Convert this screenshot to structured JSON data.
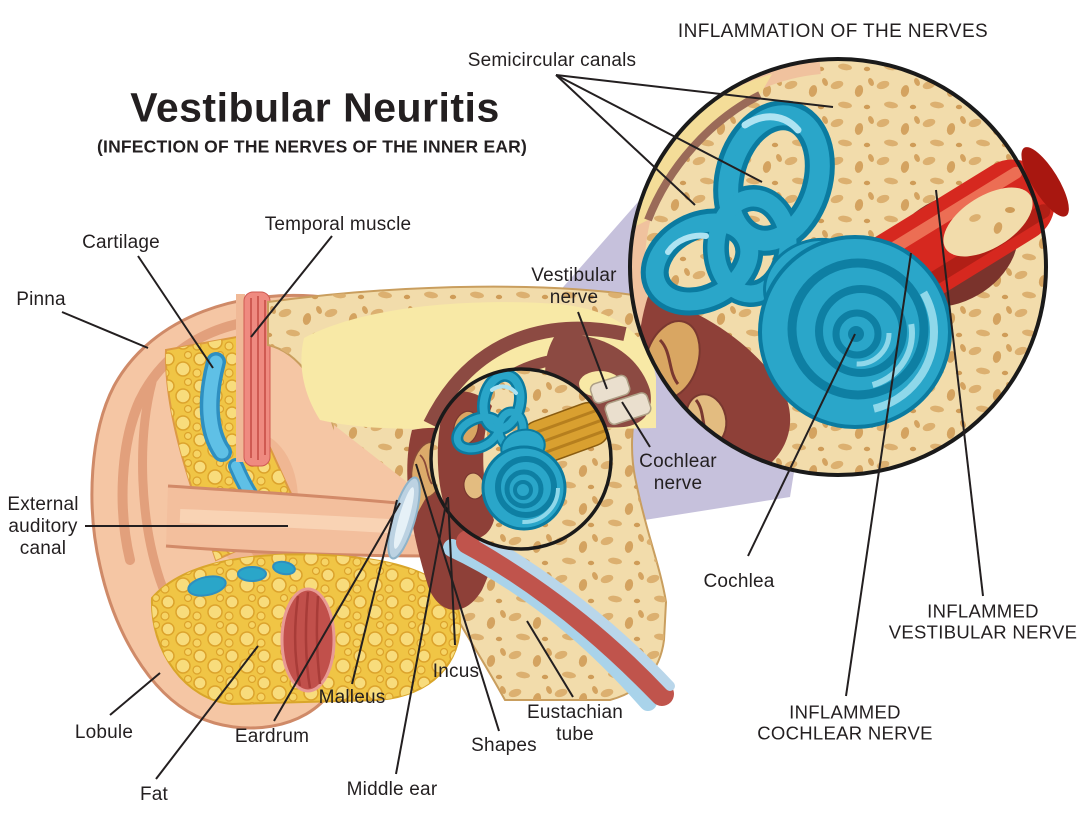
{
  "title": {
    "main": "Vestibular Neuritis",
    "subtitle": "(INFECTION OF THE NERVES OF THE INNER EAR)"
  },
  "inset": {
    "heading": "INFLAMMATION OF THE NERVES"
  },
  "labels": {
    "semicircular_canals": "Semicircular canals",
    "cartilage": "Cartilage",
    "temporal_muscle": "Temporal muscle",
    "pinna": "Pinna",
    "vestibular_nerve": "Vestibular nerve",
    "cochlear_nerve": "Cochlear nerve",
    "external_auditory_canal": "External auditory canal",
    "cochlea": "Cochlea",
    "inflamed_vestibular_nerve": "INFLAMMED VESTIBULAR NERVE",
    "inflamed_cochlear_nerve": "INFLAMMED COCHLEAR NERVE",
    "incus": "Incus",
    "malleus": "Malleus",
    "eardrum": "Eardrum",
    "lobule": "Lobule",
    "fat": "Fat",
    "middle_ear": "Middle ear",
    "shapes": "Shapes",
    "eustachian_tube": "Eustachian tube"
  },
  "colors": {
    "background": "#ffffff",
    "text": "#231f20",
    "leader_line": "#231f20",
    "bone": "#f2dcab",
    "skin": "#f5c6a4",
    "fat": "#f0c545",
    "labyrinth_blue": "#2aa6c9",
    "inflamed_red": "#d6281f",
    "cavity_maroon": "#8e4038",
    "beam_lavender": "#c6c1dc",
    "cartilage_blue": "#5fc0e6",
    "nerve_gold": "#d9a030"
  }
}
